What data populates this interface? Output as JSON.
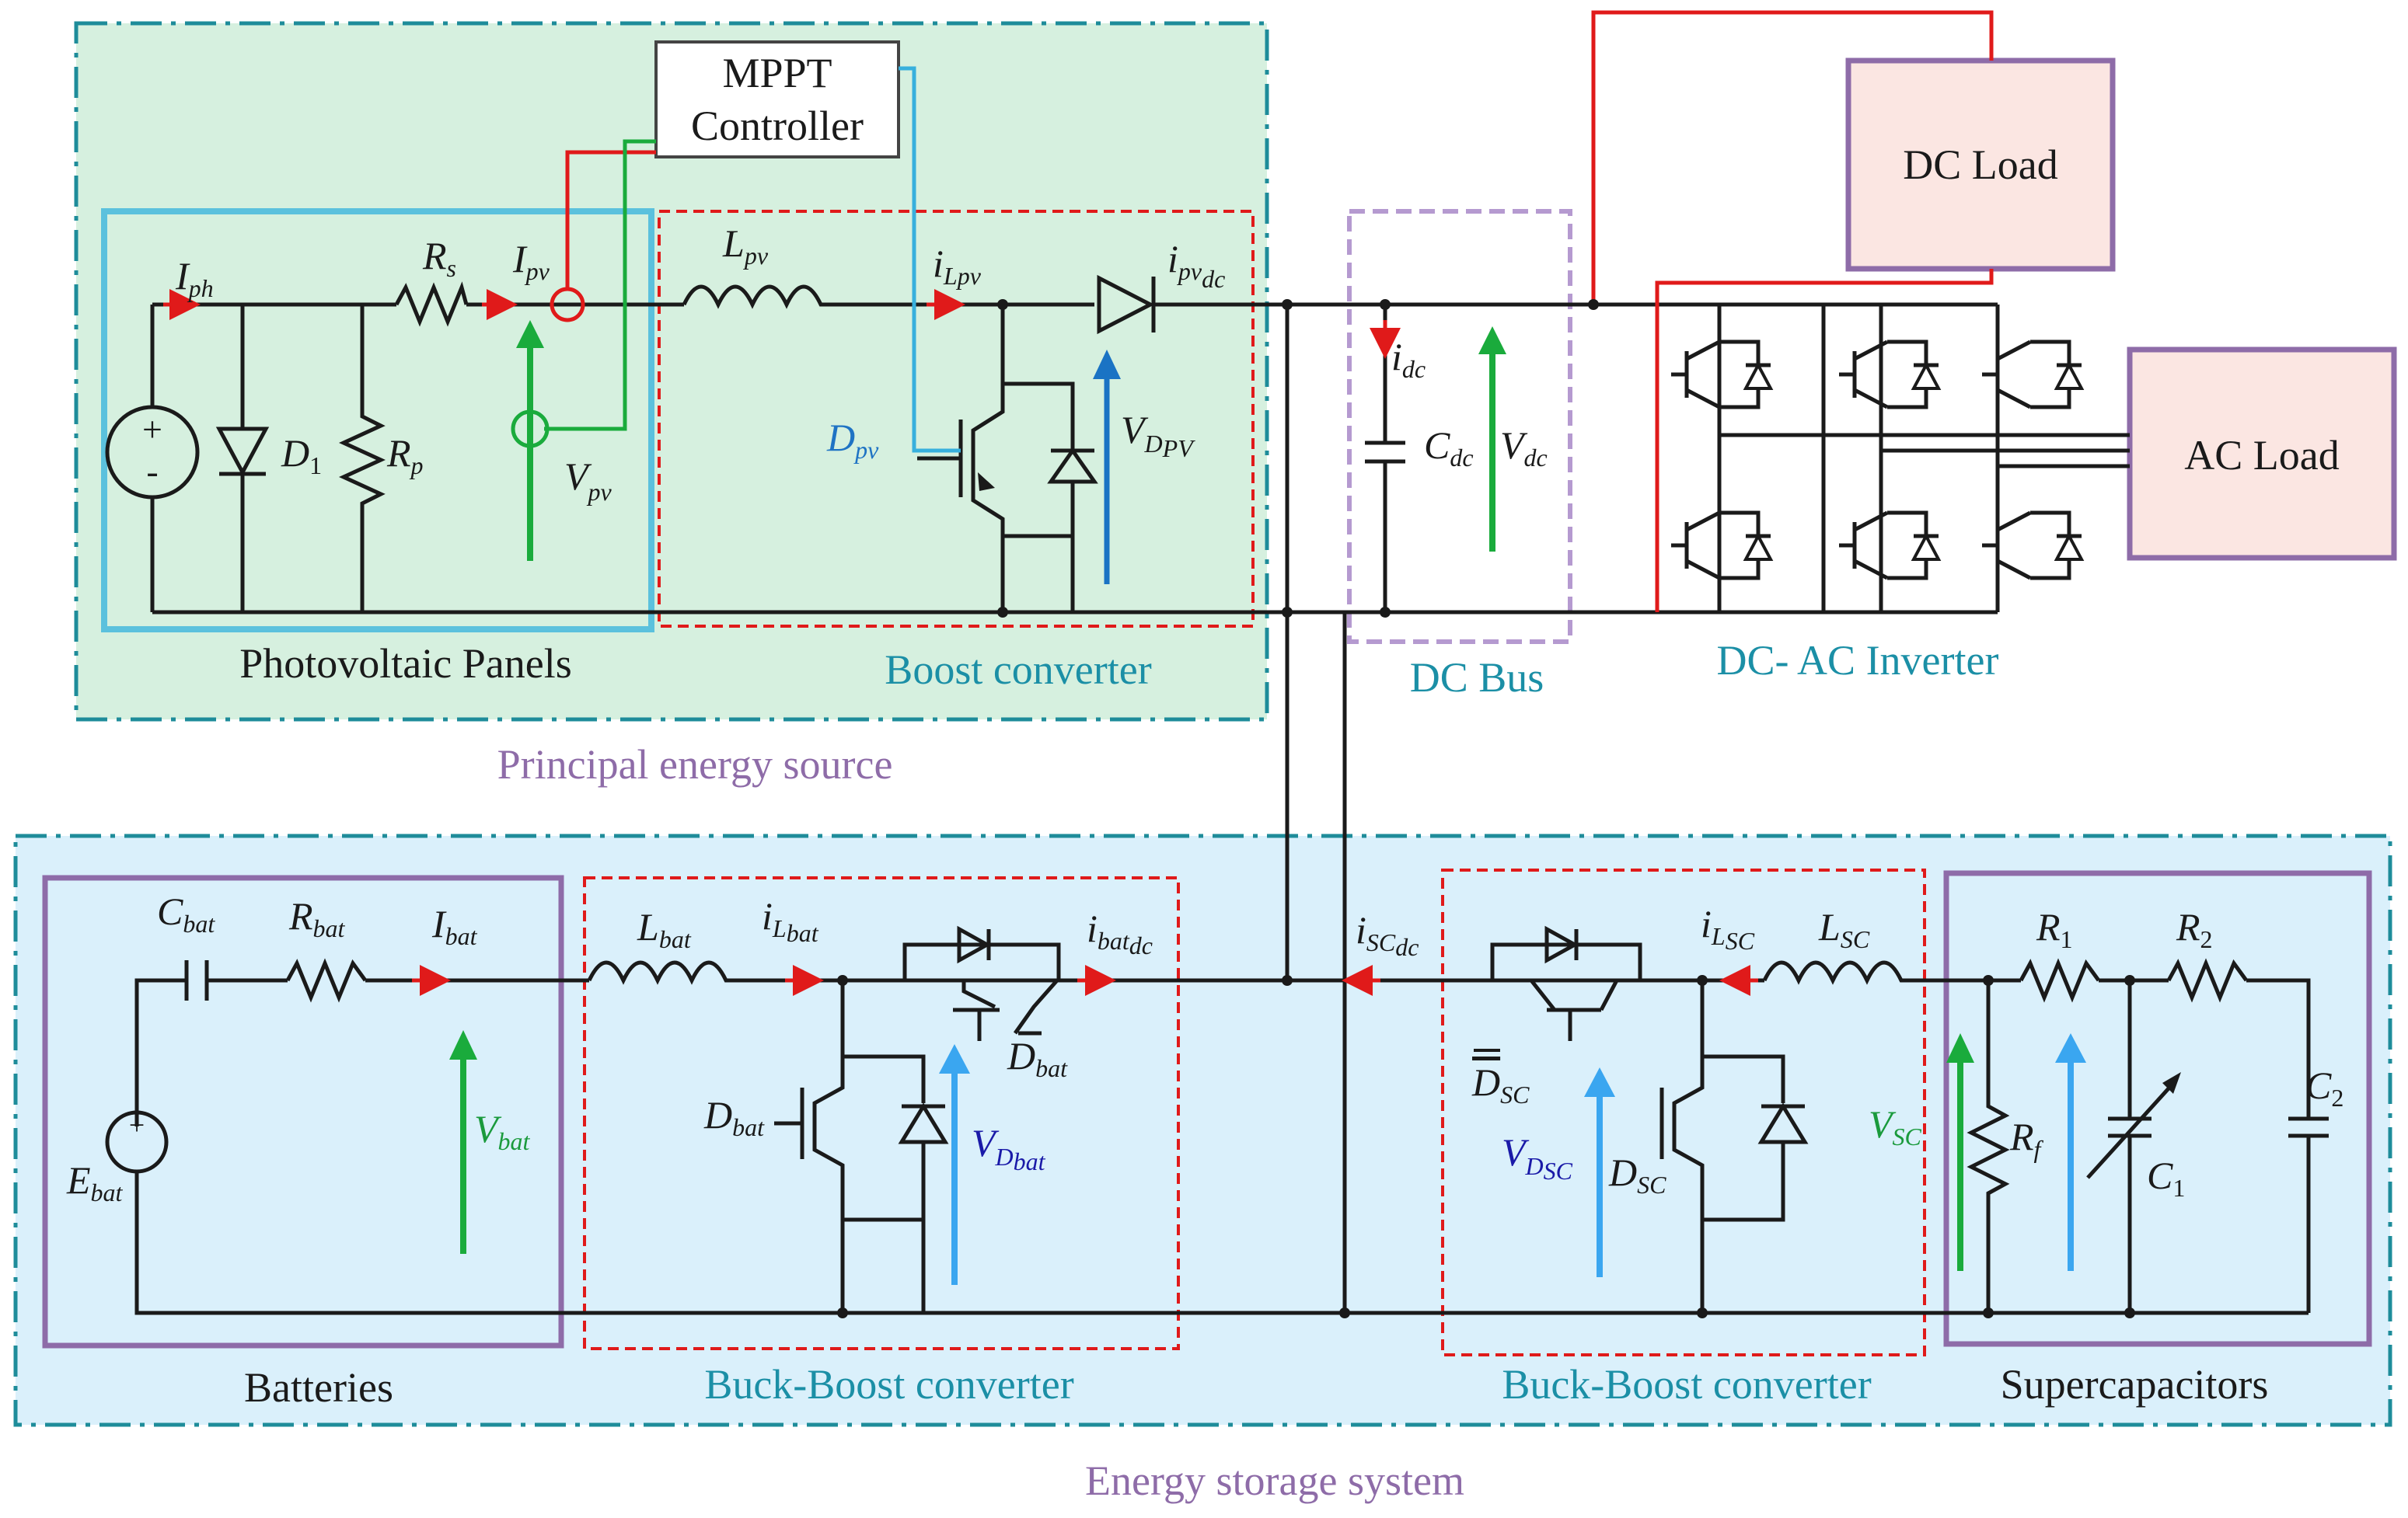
{
  "colors": {
    "pv_zone_fill": "#d6f0df",
    "storage_zone_fill": "#daf0fb",
    "zone_border": "#1e8c9a",
    "converter_dash": "#e01a1a",
    "block_border": "#8e6ca8",
    "load_fill": "#fbe6e2",
    "red_signal": "#e01a1a",
    "green_signal": "#1aab3c",
    "blue_signal": "#1a73c4",
    "cyan_signal": "#38b0dd"
  },
  "blocks": {
    "mppt_line1": "MPPT",
    "mppt_line2": "Controller",
    "dc_load": "DC Load",
    "ac_load": "AC Load"
  },
  "section_labels": {
    "photovoltaic_panels": "Photovoltaic Panels",
    "boost_converter": "Boost converter",
    "dc_bus": "DC Bus",
    "inverter": "DC- AC Inverter",
    "principal_source": "Principal energy source",
    "batteries": "Batteries",
    "buck_boost_bat": "Buck-Boost converter",
    "buck_boost_sc": "Buck-Boost converter",
    "supercapacitors": "Supercapacitors",
    "storage_system": "Energy storage system"
  },
  "symbols": {
    "I_ph": {
      "base": "I",
      "sub": "ph"
    },
    "R_s": {
      "base": "R",
      "sub": "s"
    },
    "I_pv": {
      "base": "I",
      "sub": "pv"
    },
    "L_pv": {
      "base": "L",
      "sub": "pv"
    },
    "i_Lpv": {
      "base": "i",
      "sub": "Lpv"
    },
    "i_pvdc": {
      "base": "i",
      "sub": "pv",
      "sub2": "dc"
    },
    "D_1": {
      "base": "D",
      "sub": "1"
    },
    "R_p": {
      "base": "R",
      "sub": "p"
    },
    "V_pv": {
      "base": "V",
      "sub": "pv"
    },
    "D_pv": {
      "base": "D",
      "sub": "pv"
    },
    "V_DPV": {
      "base": "V",
      "sub": "D",
      "sub2": "PV"
    },
    "i_dc": {
      "base": "i",
      "sub": "dc"
    },
    "C_dc": {
      "base": "C",
      "sub": "dc"
    },
    "V_dc": {
      "base": "V",
      "sub": "dc"
    },
    "C_bat": {
      "base": "C",
      "sub": "bat"
    },
    "R_bat": {
      "base": "R",
      "sub": "bat"
    },
    "I_bat": {
      "base": "I",
      "sub": "bat"
    },
    "E_bat": {
      "base": "E",
      "sub": "bat"
    },
    "V_bat": {
      "base": "V",
      "sub": "bat"
    },
    "L_bat": {
      "base": "L",
      "sub": "bat"
    },
    "i_Lbat": {
      "base": "i",
      "sub": "L",
      "sub2": "bat"
    },
    "i_batdc": {
      "base": "i",
      "sub": "bat",
      "sub2": "dc"
    },
    "D_bat_top": {
      "base": "D",
      "sub": "bat"
    },
    "D_bat_left": {
      "base": "D",
      "sub": "bat"
    },
    "V_Dbat": {
      "base": "V",
      "sub": "D",
      "sub2": "bat"
    },
    "i_SCdc": {
      "base": "i",
      "sub": "SC",
      "sub2": "dc"
    },
    "i_LSC": {
      "base": "i",
      "sub": "L",
      "sub2": "SC"
    },
    "L_SC": {
      "base": "L",
      "sub": "SC"
    },
    "Dbar_SC": {
      "base": "D",
      "sub": "SC"
    },
    "V_DSC": {
      "base": "V",
      "sub": "D",
      "sub2": "SC"
    },
    "D_SC": {
      "base": "D",
      "sub": "SC"
    },
    "V_SC": {
      "base": "V",
      "sub": "SC"
    },
    "R_1": {
      "base": "R",
      "sub": "1"
    },
    "R_2": {
      "base": "R",
      "sub": "2"
    },
    "R_f": {
      "base": "R",
      "sub": "f"
    },
    "C_1": {
      "base": "C",
      "sub": "1"
    },
    "C_2": {
      "base": "C",
      "sub": "2"
    }
  }
}
